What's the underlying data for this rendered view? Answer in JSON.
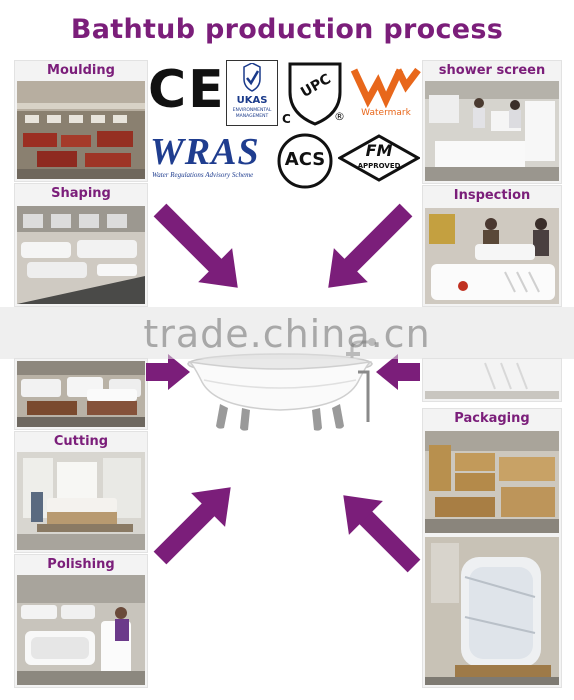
{
  "title": "Bathtub production process",
  "watermark": "trade.china.cn",
  "steps": {
    "moulding": "Moulding",
    "shaping": "Shaping",
    "cutting": "Cutting",
    "polishing": "Polishing",
    "shower_screen": "shower screen",
    "inspection": "Inspection",
    "packaging": "Packaging"
  },
  "certifications": {
    "ce": "CE",
    "ukas": "UKAS",
    "ukas_sub": "ENVIRONMENTAL MANAGEMENT",
    "upc": "UPC",
    "upc_c": "C",
    "upc_r": "®",
    "watermark_logo": "Watermark",
    "wras": "WRAS",
    "wras_sub": "Water Regulations Advisory Scheme",
    "acs": "ACS",
    "fm": "FM",
    "fm_sub": "APPROVED"
  },
  "colors": {
    "title": "#7b1e7a",
    "arrow": "#7b1e7a",
    "watermark_logo": "#e8671b"
  }
}
